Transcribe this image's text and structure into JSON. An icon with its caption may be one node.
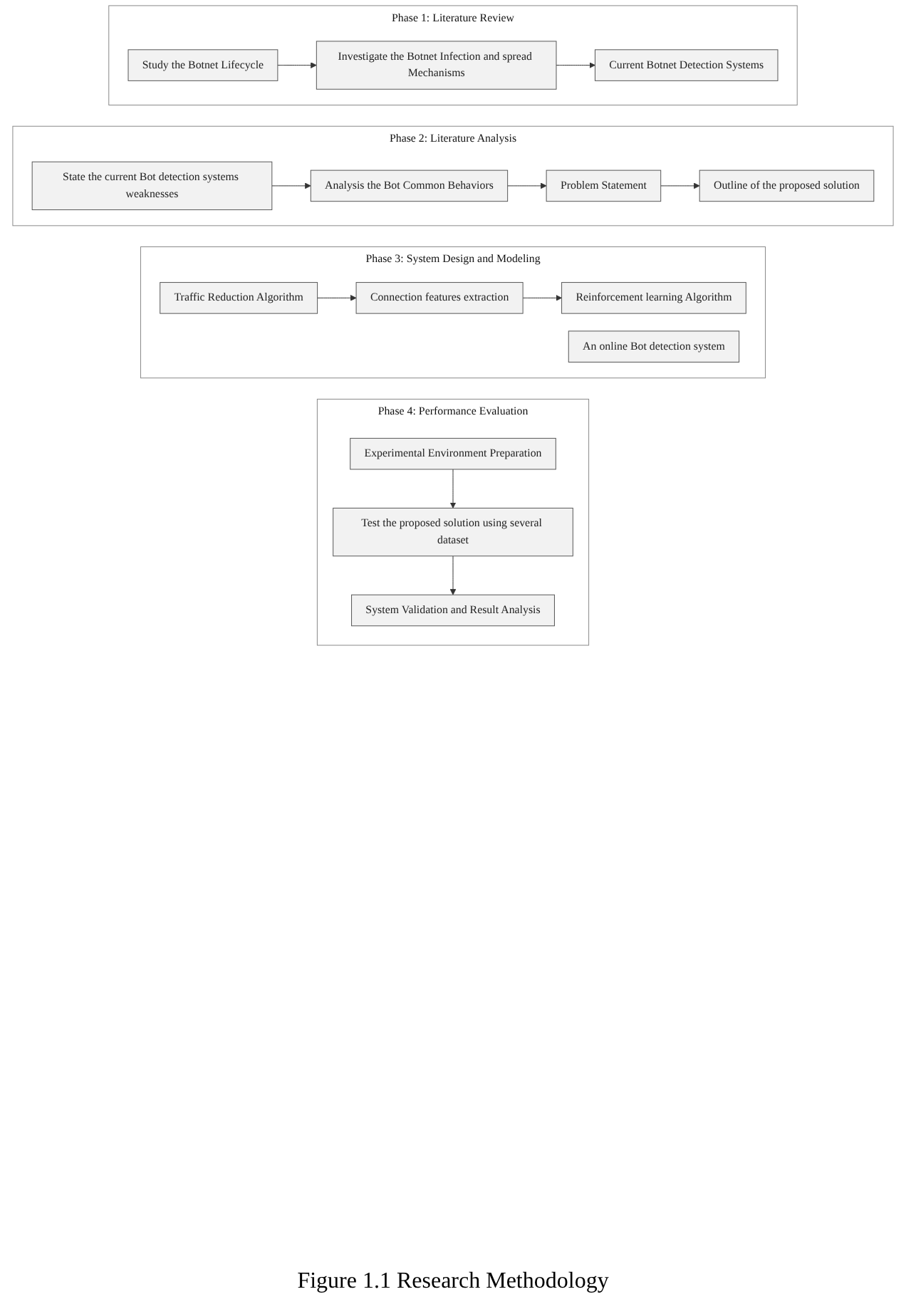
{
  "diagram": {
    "caption": "Figure 1.1 Research Methodology",
    "nodes": [
      {
        "text": [
          "Phase 1: Literature Review"
        ]
      },
      {
        "text": [
          "Study the Botnet Lifecycle"
        ],
        "in": 0
      },
      {
        "text": [
          "Investigate the Botnet Infection and spread Mechanisms"
        ],
        "in": 0
      },
      {
        "text": [
          "Current Botnet Detection Systems"
        ],
        "in": 0
      },
      {
        "text": [
          "Phase 2: Literature Analysis"
        ]
      },
      {
        "text": [
          "State the current Bot detection systems weaknesses"
        ],
        "in": 4
      },
      {
        "text": [
          "Analysis the Bot Common Behaviors"
        ],
        "in": 4
      },
      {
        "text": [
          "Problem Statement"
        ],
        "in": 4
      },
      {
        "text": [
          "Outline of the proposed solution"
        ],
        "in": 4
      },
      {
        "text": [
          "Phase 3: System Design and Modeling"
        ]
      },
      {
        "text": [
          "Traffic Reduction Algorithm"
        ],
        "in": 9
      },
      {
        "text": [
          "Connection features extraction"
        ],
        "in": 9
      },
      {
        "text": [
          "Reinforcement learning Algorithm"
        ],
        "in": 9
      },
      {
        "text": [
          "An online Bot detection system"
        ],
        "in": 9
      },
      {
        "text": [
          "Phase 4: Performance Evaluation"
        ]
      },
      {
        "text": [
          "Experimental Environment Preparation"
        ],
        "in": 14
      },
      {
        "text": [
          "Test the proposed solution using several dataset"
        ],
        "in": 14
      },
      {
        "text": [
          "System Validation and Result Analysis"
        ],
        "in": 14
      }
    ],
    "edges": [
      {
        "from": 1,
        "to": 2,
        "arrow": "to"
      },
      {
        "from": 2,
        "to": 3,
        "arrow": "to"
      },
      {
        "from": 5,
        "to": 6,
        "arrow": "to"
      },
      {
        "from": 6,
        "to": 7,
        "arrow": "to"
      },
      {
        "from": 7,
        "to": 8,
        "arrow": "to"
      },
      {
        "from": 10,
        "to": 11,
        "arrow": "to"
      },
      {
        "from": 11,
        "to": 12,
        "arrow": "to"
      },
      {
        "from": 15,
        "to": 16,
        "arrow": "to"
      },
      {
        "from": 16,
        "to": 17,
        "arrow": "to"
      }
    ]
  }
}
